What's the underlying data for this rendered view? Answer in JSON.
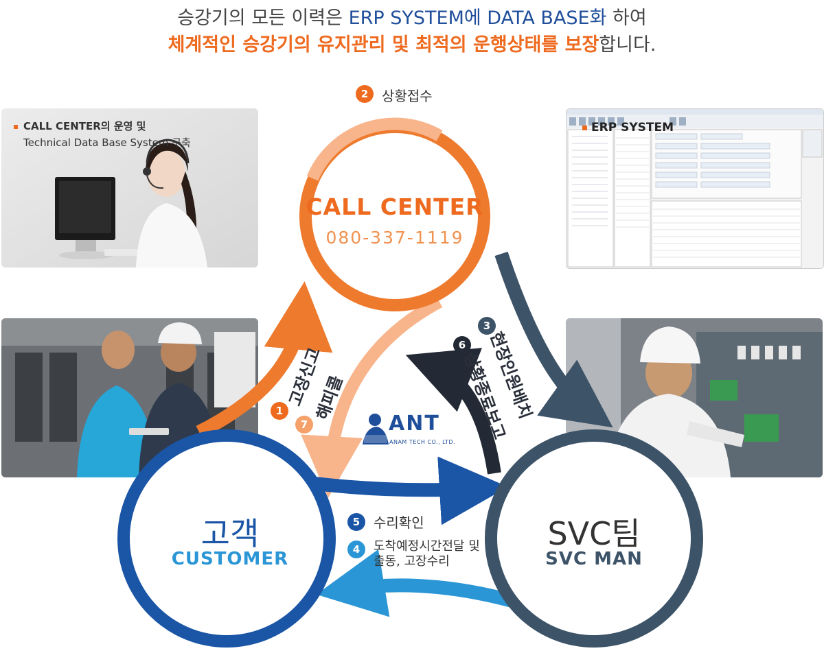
{
  "header": {
    "line1_a": "승강기의 모든 이력은 ",
    "line1_b": "ERP SYSTEM에 DATA BASE화",
    "line1_c": " 하여",
    "line2_a": "체계적인 승강기의 유지관리 및 최적의 운행상태를 보장",
    "line2_b": "합니다."
  },
  "photos": {
    "call_center_note_1": "CALL CENTER의 운영 및",
    "call_center_note_2": "Technical Data Base System 구축",
    "erp_label": "ERP SYSTEM"
  },
  "steps": {
    "s1_num": "1",
    "s1_label": "고장신고",
    "s2_num": "2",
    "s2_label": "상황접수",
    "s3_num": "3",
    "s3_label": "현장인원배치",
    "s4_num": "4",
    "s4_label_1": "도착예정시간전달 및",
    "s4_label_2": "출동, 고장수리",
    "s5_num": "5",
    "s5_label": "수리확인",
    "s6_num": "6",
    "s6_label": "상황종료보고",
    "s7_num": "7",
    "s7_label": "해피콜"
  },
  "nodes": {
    "call_center_title": "CALL CENTER",
    "call_center_phone": "080-337-1119",
    "customer_title": "고객",
    "customer_sub": "CUSTOMER",
    "svc_title": "SVC팀",
    "svc_sub": "SVC MAN"
  },
  "logo": {
    "name": "ANT",
    "sub": "ANAM TECH CO., LTD."
  },
  "colors": {
    "orange": "#ee6a1f",
    "light_orange": "#f6a06a",
    "blue": "#1a55a6",
    "light_blue": "#2b96d6",
    "slate": "#3d5368",
    "dark": "#2a2f3a"
  }
}
